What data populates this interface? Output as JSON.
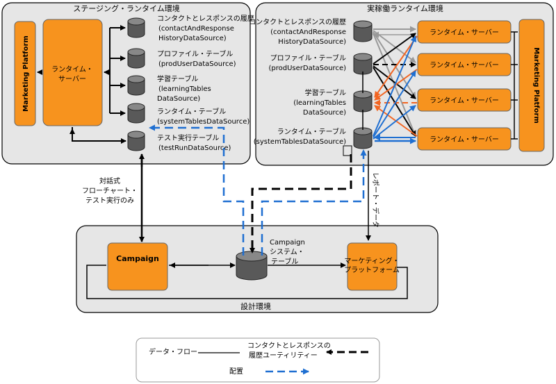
{
  "staging": {
    "title": "ステージング・ランタイム環境",
    "marketing_platform": "Marketing Platform",
    "runtime_server": [
      "ランタイム・",
      "サーバー"
    ],
    "datasources": [
      [
        "コンタクトとレスポンスの履歴",
        "(contactAndResponse",
        "HistoryDataSource)"
      ],
      [
        "プロファイル・テーブル",
        "(prodUserDataSource)"
      ],
      [
        "学習テーブル",
        "(learningTables",
        "DataSource)"
      ],
      [
        "ランタイム・テーブル",
        "(systemTablesDataSource)"
      ],
      [
        "テスト実行テーブル",
        "(testRunDataSource)"
      ]
    ]
  },
  "production": {
    "title": "実稼働ランタイム環境",
    "marketing_platform": "Marketing Platform",
    "runtime_servers": [
      "ランタイム・サーバー",
      "ランタイム・サーバー",
      "ランタイム・サーバー",
      "ランタイム・サーバー"
    ],
    "datasources": [
      [
        "コンタクトとレスポンスの履歴",
        "(contactAndResponse",
        "HistoryDataSource)"
      ],
      [
        "プロファイル・テーブル",
        "(prodUserDataSource)"
      ],
      [
        "学習テーブル",
        "(learningTables",
        "DataSource)"
      ],
      [
        "ランタイム・テーブル",
        "(systemTablesDataSource)"
      ]
    ]
  },
  "design": {
    "title": "設計環境",
    "campaign": "Campaign",
    "system_tables": [
      "Campaign",
      "システム・",
      "テーブル"
    ],
    "marketing_platform": [
      "マーケティング・",
      "プラットフォーム"
    ]
  },
  "annotations": {
    "interactive": [
      "対話式",
      "フローチャート・",
      "テスト実行のみ"
    ],
    "report_data": "レポート・データ"
  },
  "legend": {
    "data_flow": "データ・フロー",
    "utility": [
      "コンタクトとレスポンスの",
      "履歴ユーティリティー"
    ],
    "deploy": "配置"
  },
  "colors": {
    "panel": "#e6e6e6",
    "box": "#f7931e",
    "cylinder": "#595959",
    "deploy_line": "#1f6fd1",
    "orange_line": "#f26522",
    "gray_line": "#999999"
  }
}
